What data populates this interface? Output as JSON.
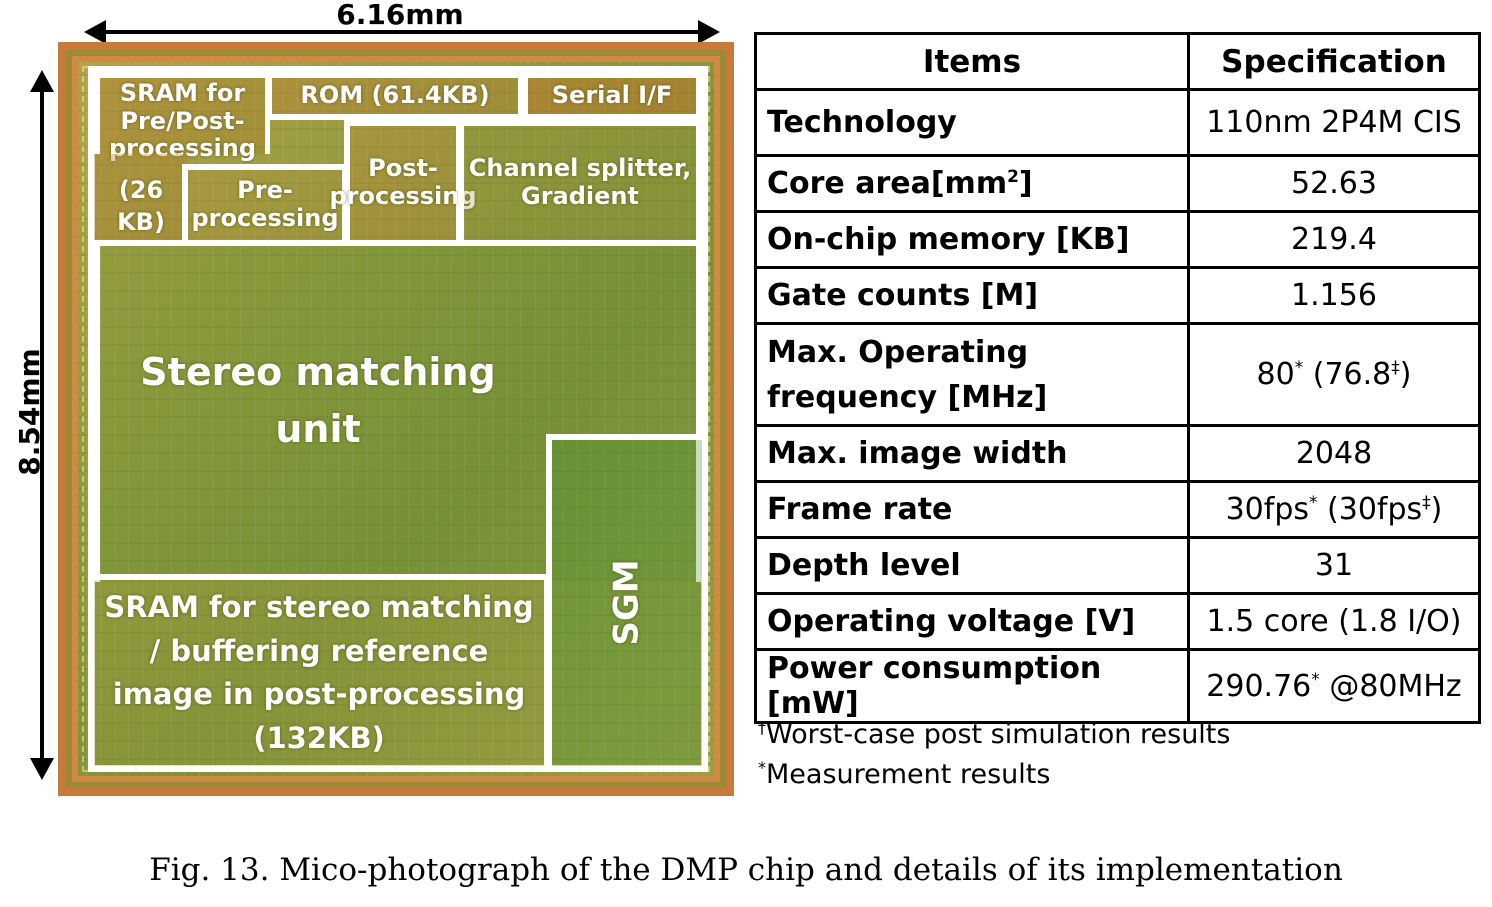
{
  "dimensions": {
    "width_label": "6.16mm",
    "height_label": "8.54mm"
  },
  "chip_blocks": {
    "sram_pp_top": "SRAM for Pre/Post-processing",
    "sram_pp_bottom": "(26 KB)",
    "rom": "ROM (61.4KB)",
    "serial": "Serial I/F",
    "pre": "Pre-processing",
    "post": "Post-processing",
    "channel": "Channel splitter, Gradient",
    "stereo": "Stereo matching unit",
    "sram_sm": "SRAM for stereo matching / buffering reference image in post-processing (132KB)",
    "sgm": "SGM"
  },
  "table": {
    "headers": [
      "Items",
      "Specification"
    ],
    "rows": [
      {
        "item": "Technology",
        "value": "110nm 2P4M CIS"
      },
      {
        "item": "Core area[mm",
        "item_sup": "2",
        "item_tail": "]",
        "value": "52.63"
      },
      {
        "item": "On-chip memory [KB]",
        "value": "219.4"
      },
      {
        "item": "Gate counts [M]",
        "value": "1.156"
      },
      {
        "item": "Max. Operating frequency [MHz]",
        "value_a": "80",
        "sup_a": "*",
        "value_b": " (76.8",
        "sup_b": "‡",
        "value_c": ")"
      },
      {
        "item": "Max. image width",
        "value": "2048"
      },
      {
        "item": "Frame rate",
        "value_a": "30fps",
        "sup_a": "*",
        "value_b": " (30fps",
        "sup_b": "‡",
        "value_c": ")"
      },
      {
        "item": "Depth level",
        "value": "31"
      },
      {
        "item": "Operating voltage [V]",
        "value": "1.5 core (1.8 I/O)"
      },
      {
        "item": "Power consumption [mW]",
        "value_a": "290.76",
        "sup_a": "*",
        "value_b": " @80MHz"
      }
    ]
  },
  "footnotes": [
    {
      "mark": "†",
      "text": "Worst-case post simulation results"
    },
    {
      "mark": "*",
      "text": "Measurement results"
    }
  ],
  "caption": "Fig. 13. Mico-photograph of the DMP chip and details of its implementation"
}
